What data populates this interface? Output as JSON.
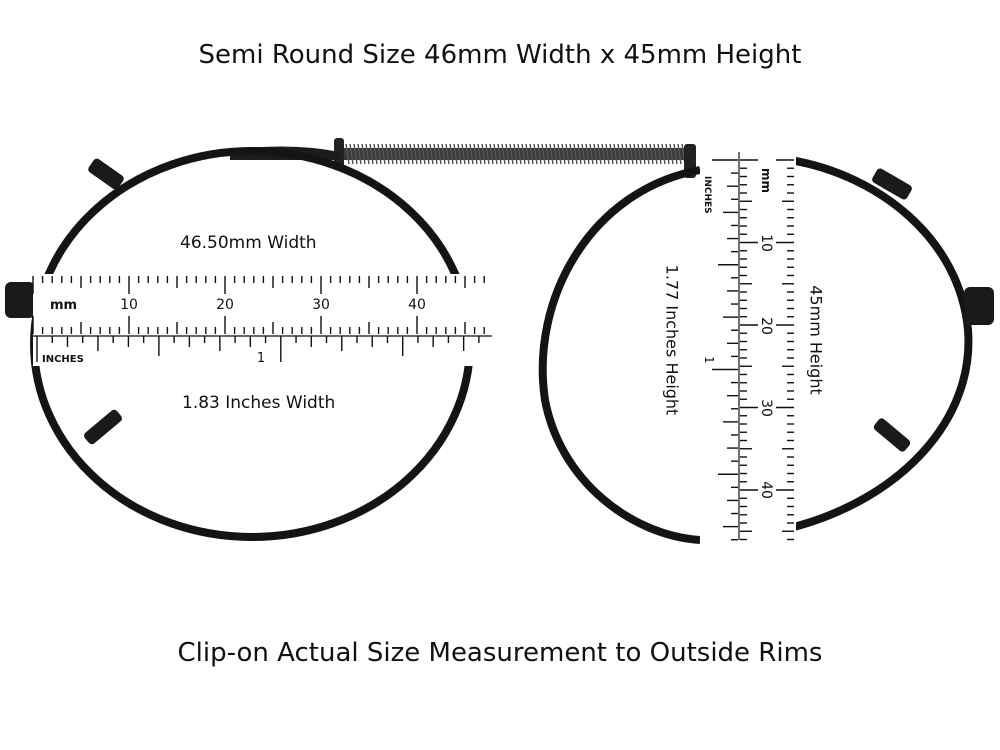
{
  "title": "Semi Round Size 46mm Width x 45mm Height",
  "caption": "Clip-on Actual Size Measurement to Outside Rims",
  "width_mm_label": "46.50mm Width",
  "width_inch_label": "1.83 Inches Width",
  "height_inch_label": "1.77 Inches Height",
  "height_mm_label": "45mm Height",
  "ruler_unit_mm": "mm",
  "ruler_unit_inches": "INCHES",
  "mm_tick_numbers": [
    "10",
    "20",
    "30",
    "40"
  ],
  "inch_tick_number": "1",
  "colors": {
    "frame": "#141414",
    "ruler_ink": "#111111",
    "background": "#ffffff"
  }
}
